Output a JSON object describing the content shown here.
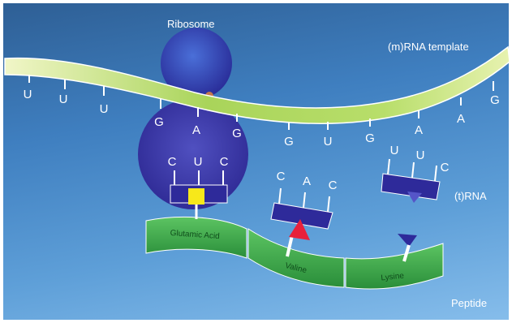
{
  "labels": {
    "ribosome": "Ribosome",
    "mrna_template": "(m)RNA template",
    "trna": "(t)RNA",
    "peptide": "Peptide"
  },
  "mrna_bases_lower": [
    "U",
    "U",
    "U",
    "G",
    "A",
    "G",
    "G",
    "U",
    "G",
    "A",
    "A",
    "G"
  ],
  "trna_anticodons": {
    "glutamic": [
      "C",
      "U",
      "C"
    ],
    "valine": [
      "C",
      "A",
      "C"
    ],
    "lysine": [
      "U",
      "U",
      "C"
    ]
  },
  "amino_acids": {
    "glutamic": "Glutamic Acid",
    "valine": "Valine",
    "lysine": "Lysine"
  },
  "colors": {
    "background": "#3f7fc0",
    "mrna": "#c6e07a",
    "ribosome": "#2f3aa8",
    "trna": "#2e2a9a",
    "peptide": "#3da84a",
    "glutamic_marker": "#f7e81a",
    "valine_marker": "#e8213b",
    "lysine_marker": "#2e2a9a"
  }
}
